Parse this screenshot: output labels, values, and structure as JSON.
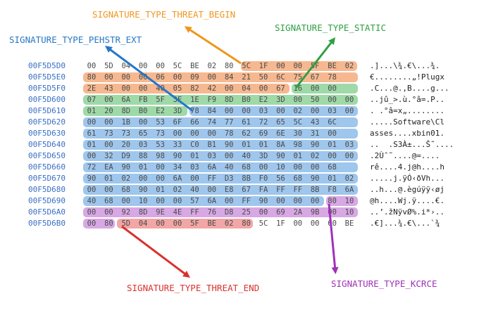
{
  "labels": {
    "threat_begin": {
      "text": "SIGNATURE_TYPE_THREAT_BEGIN",
      "color": "#f0961e"
    },
    "pehstr_ext": {
      "text": "SIGNATURE_TYPE_PEHSTR_EXT",
      "color": "#2777c6"
    },
    "static": {
      "text": "SIGNATURE_TYPE_STATIC",
      "color": "#2ea043"
    },
    "threat_end": {
      "text": "SIGNATURE_TYPE_THREAT_END",
      "color": "#d8322e"
    },
    "kcrce": {
      "text": "SIGNATURE_TYPE_KCRCE",
      "color": "#a030b8"
    }
  },
  "rows": [
    {
      "addr": "00F5D5D0",
      "bytes": [
        "00",
        "5D",
        "04",
        "00",
        "00",
        "5C",
        "BE",
        "02",
        "80",
        "5C",
        "1F",
        "00",
        "00",
        "5F",
        "BE",
        "02"
      ],
      "ascii": ".]...\\¾.€\\...¾."
    },
    {
      "addr": "00F5D5E0",
      "bytes": [
        "80",
        "00",
        "00",
        "00",
        "06",
        "00",
        "09",
        "00",
        "84",
        "21",
        "50",
        "6C",
        "75",
        "67",
        "78"
      ],
      "ascii": "€........„!Plugx"
    },
    {
      "addr": "00F5D5F0",
      "bytes": [
        "2E",
        "43",
        "00",
        "00",
        "40",
        "05",
        "82",
        "42",
        "00",
        "04",
        "00",
        "67",
        "16",
        "00",
        "00"
      ],
      "ascii": ".C...@.‚B....g..."
    },
    {
      "addr": "00F5D600",
      "bytes": [
        "07",
        "00",
        "6A",
        "FB",
        "5F",
        "3E",
        "1E",
        "F9",
        "8D",
        "B0",
        "E2",
        "3D",
        "00",
        "50",
        "00",
        "00"
      ],
      "ascii": "..jû_>.ù.°â=.P.."
    },
    {
      "addr": "00F5D610",
      "bytes": [
        "01",
        "20",
        "8D",
        "B0",
        "E2",
        "3D",
        "78",
        "84",
        "00",
        "00",
        "03",
        "00",
        "02",
        "00",
        "03",
        "00"
      ],
      "ascii": ". .°â=x„........"
    },
    {
      "addr": "00F5D620",
      "bytes": [
        "00",
        "00",
        "1B",
        "00",
        "53",
        "6F",
        "66",
        "74",
        "77",
        "61",
        "72",
        "65",
        "5C",
        "43",
        "6C"
      ],
      "ascii": ".....Software\\Cl"
    },
    {
      "addr": "00F5D630",
      "bytes": [
        "61",
        "73",
        "73",
        "65",
        "73",
        "00",
        "00",
        "00",
        "78",
        "62",
        "69",
        "6E",
        "30",
        "31",
        "00"
      ],
      "ascii": "asses....xbin01."
    },
    {
      "addr": "00F5D640",
      "bytes": [
        "01",
        "00",
        "20",
        "03",
        "53",
        "33",
        "C0",
        "B1",
        "90",
        "01",
        "01",
        "8A",
        "98",
        "90",
        "01",
        "03"
      ],
      "ascii": "..  .S3À±...Š˜...."
    },
    {
      "addr": "00F5D650",
      "bytes": [
        "00",
        "32",
        "D9",
        "88",
        "98",
        "90",
        "01",
        "03",
        "00",
        "40",
        "3D",
        "90",
        "01",
        "02",
        "00",
        "00"
      ],
      "ascii": ".2Ùˆ˜....@=...."
    },
    {
      "addr": "00F5D660",
      "bytes": [
        "72",
        "EA",
        "90",
        "01",
        "00",
        "34",
        "03",
        "6A",
        "40",
        "68",
        "00",
        "10",
        "00",
        "00",
        "68"
      ],
      "ascii": "rê....4.j@h....h"
    },
    {
      "addr": "00F5D670",
      "bytes": [
        "90",
        "01",
        "02",
        "00",
        "00",
        "6A",
        "00",
        "FF",
        "D3",
        "8B",
        "F0",
        "56",
        "68",
        "90",
        "01",
        "02"
      ],
      "ascii": ".....j.ÿÓ‹ðVh..."
    },
    {
      "addr": "00F5D680",
      "bytes": [
        "00",
        "00",
        "68",
        "90",
        "01",
        "02",
        "40",
        "00",
        "E8",
        "67",
        "FA",
        "FF",
        "FF",
        "8B",
        "F8",
        "6A"
      ],
      "ascii": "..h...@.ègúÿÿ‹øj"
    },
    {
      "addr": "00F5D690",
      "bytes": [
        "40",
        "68",
        "00",
        "10",
        "00",
        "00",
        "57",
        "6A",
        "00",
        "FF",
        "90",
        "00",
        "00",
        "00",
        "80",
        "10"
      ],
      "ascii": "@h....Wj.ÿ....€."
    },
    {
      "addr": "00F5D6A0",
      "bytes": [
        "00",
        "00",
        "92",
        "8D",
        "9E",
        "4E",
        "FF",
        "76",
        "D8",
        "25",
        "00",
        "69",
        "2A",
        "9B",
        "00",
        "10"
      ],
      "ascii": "..’.žNÿvØ%.i*›.."
    },
    {
      "addr": "00F5D6B0",
      "bytes": [
        "00",
        "80",
        "5D",
        "04",
        "00",
        "00",
        "5F",
        "BE",
        "02",
        "80",
        "5C",
        "1F",
        "00",
        "00",
        "60",
        "BE"
      ],
      "ascii": ".€]...¾.€\\...`¾"
    }
  ]
}
